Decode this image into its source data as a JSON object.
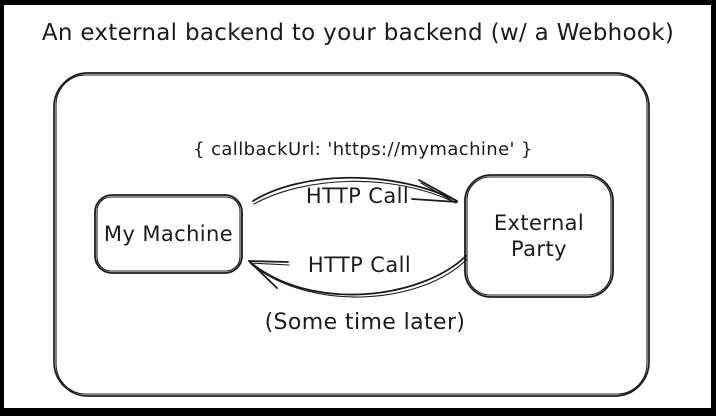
{
  "title": "An external backend to your backend (w/ a Webhook)",
  "diagram": {
    "callback_annotation": "{ callbackUrl: 'https://mymachine' }",
    "nodes": [
      {
        "id": "my-machine",
        "label": "My Machine"
      },
      {
        "id": "external-party",
        "label": "External Party"
      }
    ],
    "arrows": [
      {
        "from": "my-machine",
        "to": "external-party",
        "label": "HTTP Call",
        "direction": "right"
      },
      {
        "from": "external-party",
        "to": "my-machine",
        "label": "HTTP Call",
        "direction": "left"
      }
    ],
    "note": "(Some time later)",
    "colors": {
      "stroke": "#1b1b1b",
      "background": "#ffffff",
      "frame": "#000000"
    }
  }
}
